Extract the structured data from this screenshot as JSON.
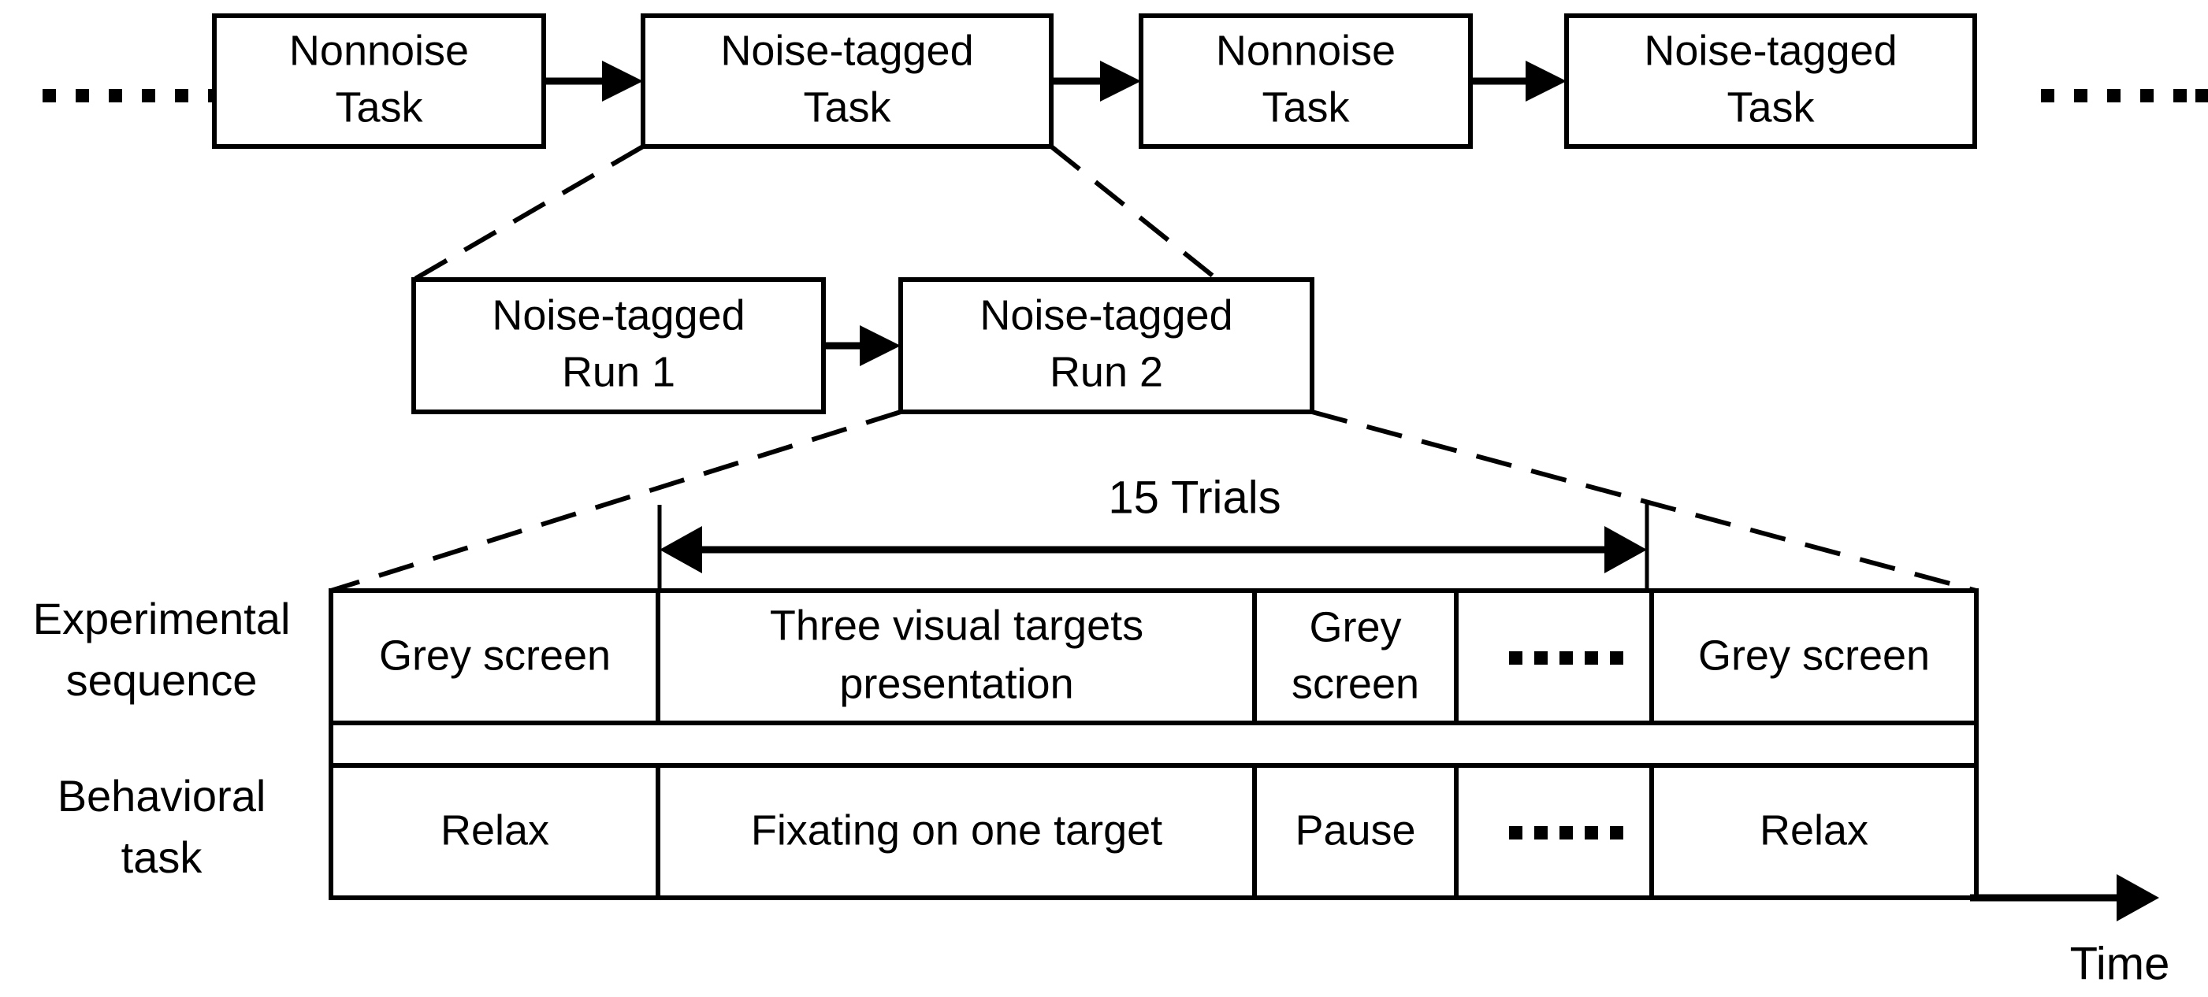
{
  "figure": {
    "title_absent": true,
    "type": "experimental-paradigm-timeline-diagram",
    "background_color": "#ffffff",
    "line_color": "#000000"
  },
  "level1": {
    "name": "task-sequence",
    "left_ellipsis": "......",
    "right_ellipsis": "......",
    "boxes": [
      {
        "id": "task-1",
        "line1": "Nonnoise",
        "line2": "Task"
      },
      {
        "id": "task-2",
        "line1": "Noise-tagged",
        "line2": "Task"
      },
      {
        "id": "task-3",
        "line1": "Nonnoise",
        "line2": "Task"
      },
      {
        "id": "task-4",
        "line1": "Noise-tagged",
        "line2": "Task"
      }
    ]
  },
  "level2": {
    "name": "run-sequence",
    "boxes": [
      {
        "id": "run-1",
        "line1": "Noise-tagged",
        "line2": "Run 1"
      },
      {
        "id": "run-2",
        "line1": "Noise-tagged",
        "line2": "Run 2"
      }
    ]
  },
  "level3": {
    "name": "trial-timeline",
    "trials_label": "15 Trials",
    "row_labels": [
      {
        "id": "experimental-sequence",
        "line1": "Experimental",
        "line2": "sequence"
      },
      {
        "id": "behavioral-task",
        "line1": "Behavioral",
        "line2": "task"
      }
    ],
    "experimental_sequence_cells": [
      {
        "id": "cell-grey-screen-1",
        "line1": "Grey screen",
        "line2": ""
      },
      {
        "id": "cell-three-targets",
        "line1": "Three visual targets",
        "line2": "presentation"
      },
      {
        "id": "cell-grey-screen-2",
        "line1": "Grey",
        "line2": "screen"
      },
      {
        "id": "cell-ellipsis-1",
        "line1": "......",
        "line2": ""
      },
      {
        "id": "cell-grey-screen-3",
        "line1": "Grey screen",
        "line2": ""
      }
    ],
    "behavioral_task_cells": [
      {
        "id": "cell-relax-1",
        "line1": "Relax",
        "line2": ""
      },
      {
        "id": "cell-fixating",
        "line1": "Fixating on one target",
        "line2": ""
      },
      {
        "id": "cell-pause",
        "line1": "Pause",
        "line2": ""
      },
      {
        "id": "cell-ellipsis-2",
        "line1": "......",
        "line2": ""
      },
      {
        "id": "cell-relax-2",
        "line1": "Relax",
        "line2": ""
      }
    ],
    "time_axis_label": "Time"
  }
}
